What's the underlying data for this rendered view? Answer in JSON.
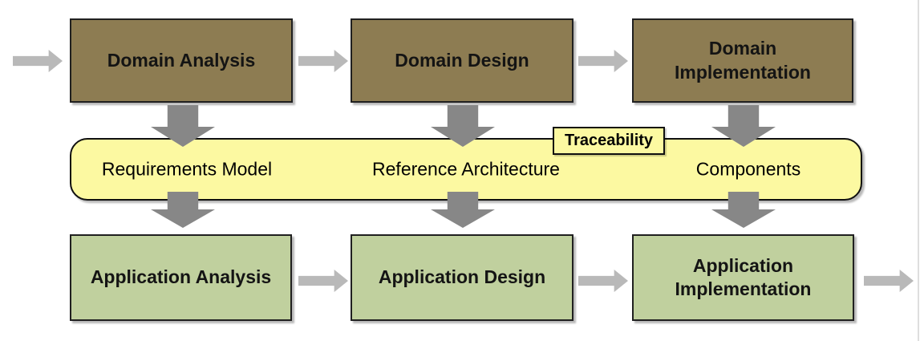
{
  "colors": {
    "domain_box_fill": "#8d7c52",
    "application_box_fill": "#c0d09e",
    "box_border": "#202020",
    "band_fill": "#fcf9a1",
    "band_border": "#101010",
    "flow_arrow": "#b9b9b9",
    "down_arrow": "#878787",
    "text": "#141414",
    "page_edge": "#dedede"
  },
  "top_row": {
    "boxes": [
      {
        "label": "Domain Analysis"
      },
      {
        "label": "Domain Design"
      },
      {
        "label": "Domain Implementation"
      }
    ]
  },
  "band": {
    "tag": "Traceability",
    "items": [
      {
        "label": "Requirements Model"
      },
      {
        "label": "Reference Architecture"
      },
      {
        "label": "Components"
      }
    ]
  },
  "bottom_row": {
    "boxes": [
      {
        "label": "Application Analysis"
      },
      {
        "label": "Application Design"
      },
      {
        "label": "Application Implementation"
      }
    ]
  }
}
